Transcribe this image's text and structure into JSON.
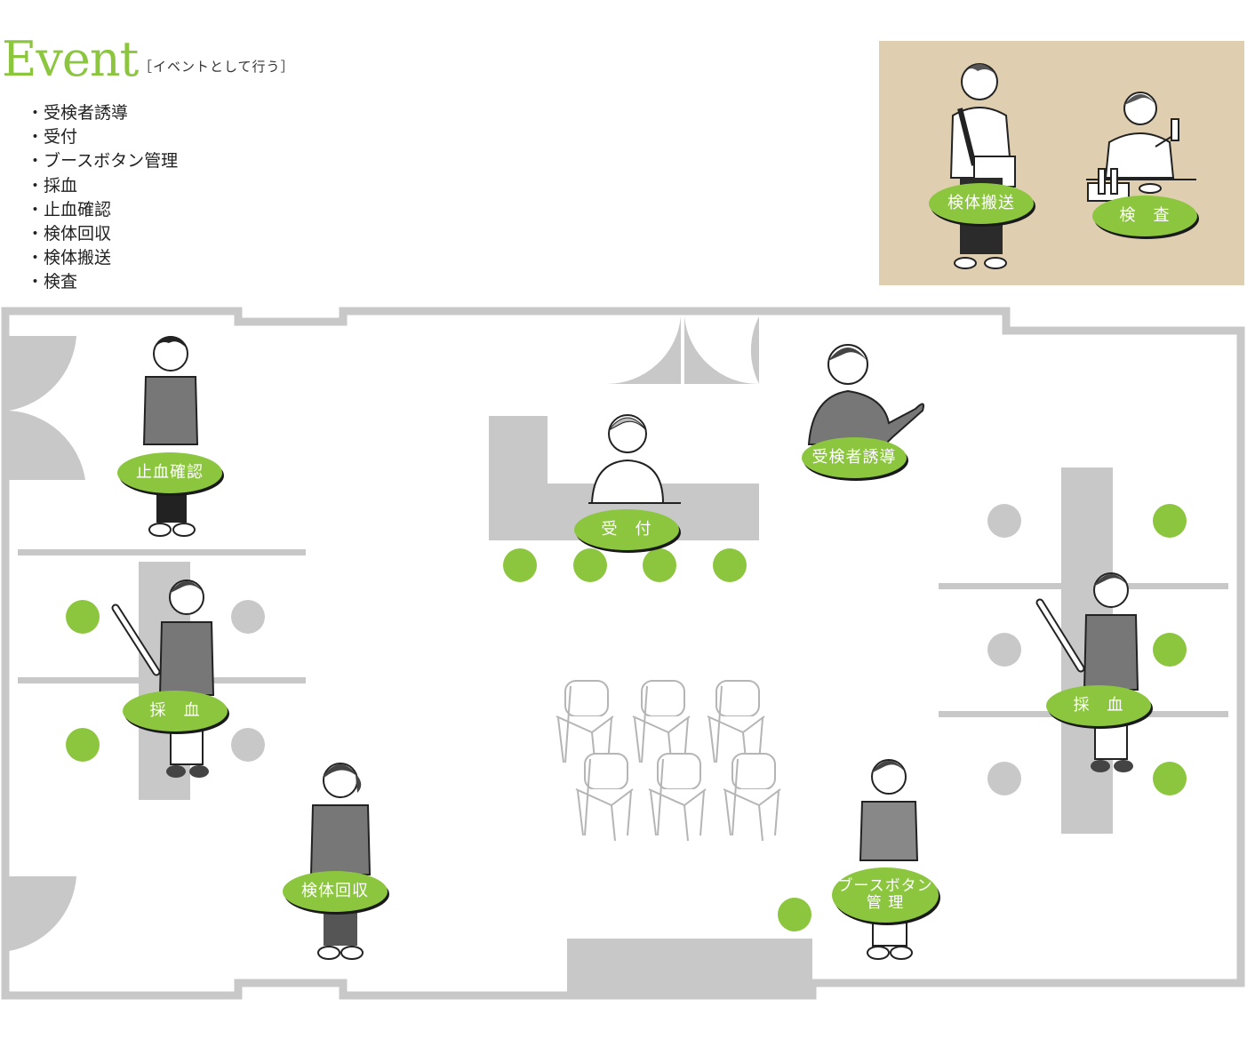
{
  "header": {
    "title": "Event",
    "subtitle": "［イベントとして行う］"
  },
  "tasks": [
    "受検者誘導",
    "受付",
    "ブースボタン管理",
    "採血",
    "止血確認",
    "検体回収",
    "検体搬送",
    "検査"
  ],
  "inset": {
    "transport_label": "検体搬送",
    "test_label": "検　査"
  },
  "roles": {
    "hemostasis": "止血確認",
    "reception": "受　付",
    "guide": "受検者誘導",
    "blood_left": "採　血",
    "blood_right": "採　血",
    "collection": "検体回収",
    "booth": "ブースボタン\n管 理"
  },
  "colors": {
    "accent": "#8cc63f",
    "wall": "#c8c8c8",
    "inset_bg": "#dfcfb0",
    "staff": "#6b6b6b"
  }
}
